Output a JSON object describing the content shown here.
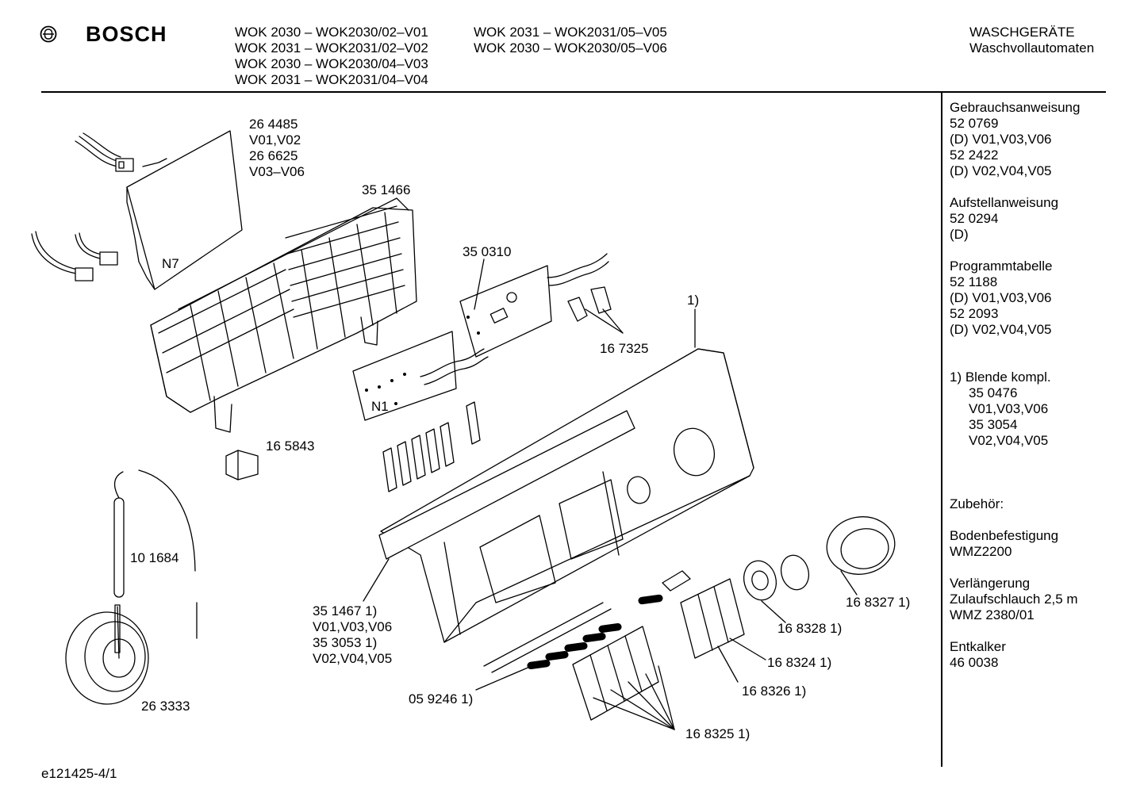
{
  "header": {
    "brand": "BOSCH",
    "models_col1": [
      "WOK 2030 – WOK2030/02–V01",
      "WOK 2031 – WOK2031/02–V02",
      "WOK 2030 – WOK2030/04–V03",
      "WOK 2031 – WOK2031/04–V04"
    ],
    "models_col2": [
      "WOK 2031 – WOK2031/05–V05",
      "WOK 2030 – WOK2030/05–V06"
    ],
    "category_line1": "WASCHGERÄTE",
    "category_line2": "Waschvollautomaten"
  },
  "sidebar": {
    "gebrauch": [
      "Gebrauchsanweisung",
      "52 0769",
      "(D) V01,V03,V06",
      "52 2422",
      "(D) V02,V04,V05"
    ],
    "aufstell": [
      "Aufstellanweisung",
      "52 0294",
      "(D)"
    ],
    "programm": [
      "Programmtabelle",
      "52 1188",
      "(D) V01,V03,V06",
      "52 2093",
      "(D) V02,V04,V05"
    ],
    "blende_title": "1) Blende kompl.",
    "blende_items": [
      "35 0476",
      "V01,V03,V06",
      "35 3054",
      "V02,V04,V05"
    ],
    "zubehoer": "Zubehör:",
    "boden": [
      "Bodenbefestigung",
      "WMZ2200"
    ],
    "verlaengerung": [
      "Verlängerung",
      "Zulaufschlauch 2,5 m",
      "WMZ 2380/01"
    ],
    "entkalker": [
      "Entkalker",
      "46 0038"
    ]
  },
  "parts": {
    "p264485": [
      "26 4485",
      "V01,V02",
      "26 6625",
      "V03–V06"
    ],
    "p351466": "35 1466",
    "n7": "N7",
    "p350310": "35 0310",
    "ref1": "1)",
    "p167325": "16 7325",
    "n1": "N1",
    "p165843": "16 5843",
    "p101684": "10 1684",
    "p263333": "26 3333",
    "p351467": [
      "35 1467 1)",
      "V01,V03,V06",
      "35 3053 1)",
      "V02,V04,V05"
    ],
    "p059246": "05 9246 1)",
    "p168325": "16 8325 1)",
    "p168326": "16 8326 1)",
    "p168324": "16 8324 1)",
    "p168328": "16 8328 1)",
    "p168327": "16 8327 1)"
  },
  "footer": {
    "code": "e121425-4/1"
  }
}
